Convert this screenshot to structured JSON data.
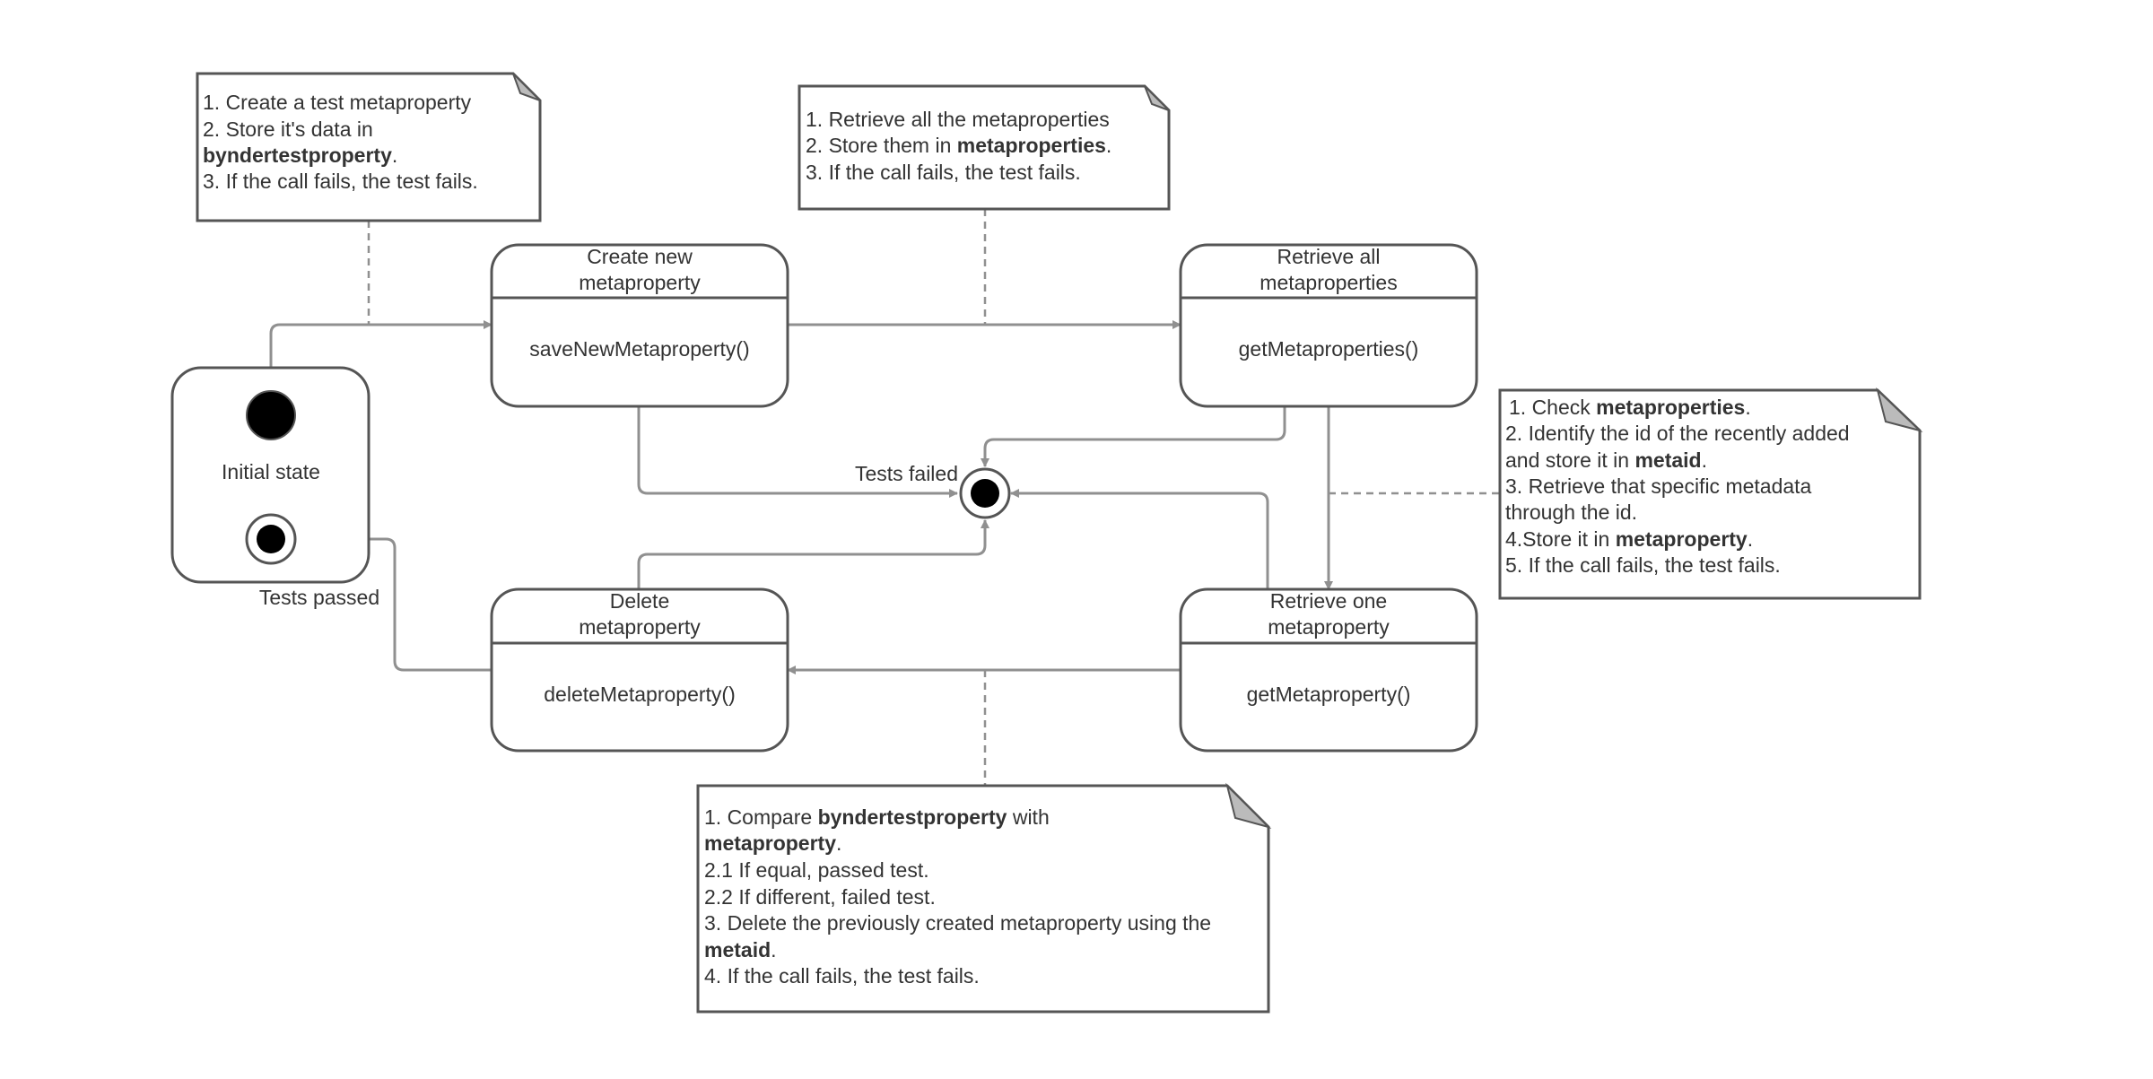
{
  "states": {
    "create": {
      "title_line1": "Create new",
      "title_line2": "metaproperty",
      "method": "saveNewMetaproperty()"
    },
    "retrieve_all": {
      "title_line1": "Retrieve all",
      "title_line2": "metaproperties",
      "method": "getMetaproperties()"
    },
    "retrieve_one": {
      "title_line1": "Retrieve one",
      "title_line2": "metaproperty",
      "method": "getMetaproperty()"
    },
    "delete": {
      "title_line1": "Delete",
      "title_line2": "metaproperty",
      "method": "deleteMetaproperty()"
    }
  },
  "initial_state": {
    "label": "Initial state"
  },
  "labels": {
    "tests_failed": "Tests failed",
    "tests_passed": "Tests passed"
  },
  "notes": {
    "note1": {
      "l1": "1. Create a test metaproperty",
      "l2": "2. Store it's data in",
      "l3_bold": "byndertestproperty",
      "l3_rest": ".",
      "l4": "3. If the call fails, the test fails."
    },
    "note2": {
      "l1": "1. Retrieve all the metaproperties",
      "l2_pre": "2. Store them in ",
      "l2_bold": "metaproperties",
      "l2_rest": ".",
      "l3": "3. If the call fails, the test fails."
    },
    "note3": {
      "l1_pre": "1. Check ",
      "l1_bold": "metaproperties",
      "l1_rest": ".",
      "l2": "2. Identify the id of the recently added",
      "l3_pre": "and store it in ",
      "l3_bold": "metaid",
      "l3_rest": ".",
      "l4": "3. Retrieve that specific metadata",
      "l5": "through the id.",
      "l6_pre": "4.Store it in ",
      "l6_bold": "metaproperty",
      "l6_rest": ".",
      "l7": "5. If the call fails, the test fails."
    },
    "note4": {
      "l1_pre": "1. Compare ",
      "l1_bold": "byndertestproperty",
      "l1_rest": " with",
      "l2_bold": "metaproperty",
      "l2_rest": ".",
      "l3": "2.1 If equal, passed test.",
      "l4": "2.2 If different, failed test.",
      "l5": "3. Delete the previously created metaproperty using the",
      "l6_bold": "metaid",
      "l6_rest": ".",
      "l7": "4. If the call fails, the test fails."
    }
  },
  "colors": {
    "stroke": "#555555",
    "arrow": "#909090",
    "text": "#333333",
    "fold": "#bbbbbb",
    "dot": "#000000"
  }
}
